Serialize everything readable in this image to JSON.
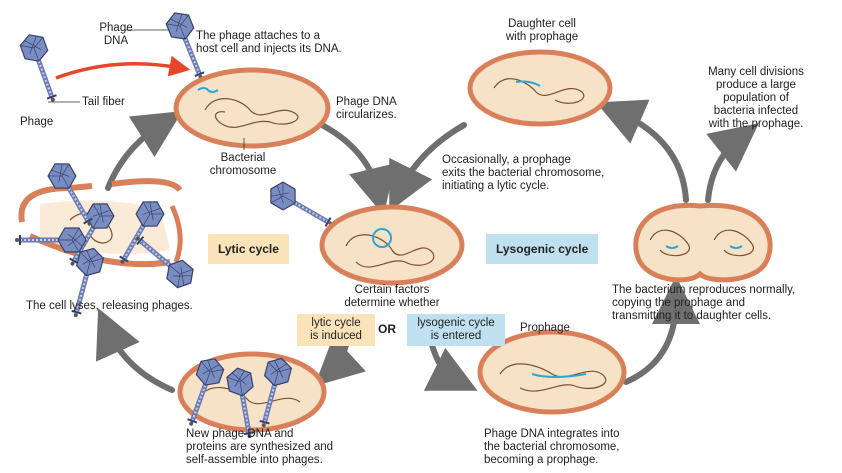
{
  "colors": {
    "cell_fill": "#f6e2c6",
    "cell_wall": "#d9805a",
    "chromosome": "#7a5230",
    "phage_dna": "#2aa7d8",
    "phage_head": "#7a8dc0",
    "cycle_arrow": "#6f6f6f",
    "infection_arrow": "#e8462a",
    "lytic_box": "#fbe3b9",
    "lysogenic_box": "#bfe0ef"
  },
  "labels": {
    "phage_dna": "Phage\nDNA",
    "tail_fiber": "Tail fiber",
    "phage": "Phage",
    "attach": "The phage attaches to a\nhost cell and injects its DNA.",
    "bacterial_chromosome": "Bacterial\nchromosome",
    "circularizes": "Phage DNA\ncircularizes.",
    "daughter_cell": "Daughter cell\nwith prophage",
    "many_divisions": "Many cell divisions\nproduce a large\npopulation of\nbacteria infected\nwith the prophage.",
    "occasionally": "Occasionally, a prophage\nexits the bacterial chromosome,\ninitiating a lytic cycle.",
    "lytic_cycle": "Lytic cycle",
    "lysogenic_cycle": "Lysogenic cycle",
    "certain_factors": "Certain factors\ndetermine whether",
    "lytic_induced": "lytic cycle\nis induced",
    "or": "OR",
    "lysogenic_entered": "lysogenic cycle\nis entered",
    "cell_lyses": "The cell lyses, releasing phages.",
    "reproduces": "The bacterium reproduces normally,\ncopying the prophage and\ntransmitting it to daughter cells.",
    "prophage": "Prophage",
    "new_phage": "New phage DNA and\nproteins are synthesized and\nself-assemble into phages.",
    "integrates": "Phage DNA integrates into\nthe bacterial chromosome,\nbecoming a prophage."
  }
}
